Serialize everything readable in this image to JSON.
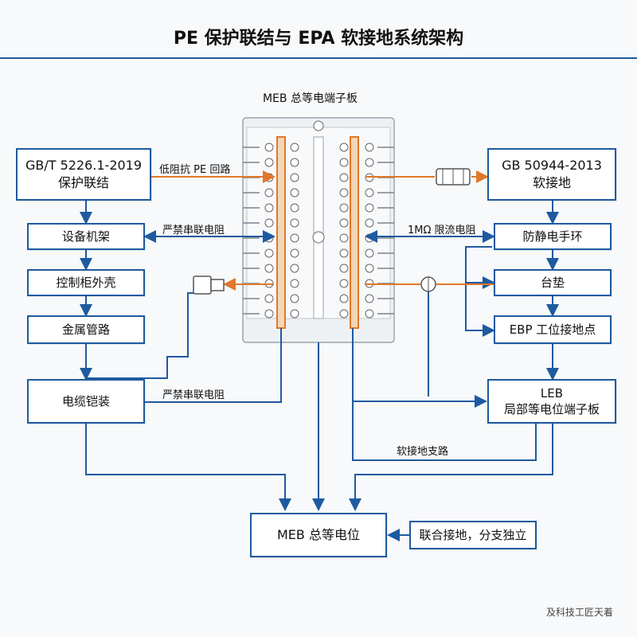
{
  "title": "PE 保护联结与 EPA 软接地系统架构",
  "board": {
    "title": "MEB 总等电端子板"
  },
  "left": {
    "standard": "GB/T 5226.1-2019\n保护联结",
    "items": [
      "设备机架",
      "控制柜外壳",
      "金属管路",
      "电缆铠装"
    ]
  },
  "right": {
    "standard": "GB 50944-2013\n软接地",
    "items": [
      "防静电手环",
      "台垫",
      "EBP 工位接地点"
    ],
    "leb": "LEB\n局部等电位端子板"
  },
  "bottom": {
    "meb": "MEB 总等电位",
    "note": "联合接地，分支独立"
  },
  "labels": {
    "low_impedance": "低阻抗 PE 回路",
    "no_series_resistor_1": "严禁串联电阻",
    "no_series_resistor_2": "严禁串联电阻",
    "limiting_resistor": "1MΩ 限流电阻",
    "soft_branch": "软接地支路"
  },
  "watermark": "及科技工匠天着",
  "colors": {
    "blue": "#1e5aa0",
    "orange": "#e0782a"
  }
}
